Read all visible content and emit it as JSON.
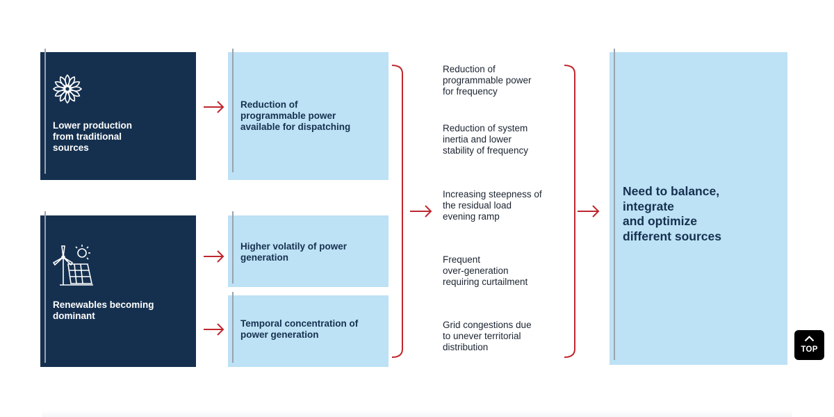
{
  "sources": [
    {
      "label": "Lower production\nfrom traditional\nsources",
      "icon": "turbine-flower-icon"
    },
    {
      "label": "Renewables becoming\ndominant",
      "icon": "wind-solar-icon"
    }
  ],
  "effects": [
    "Reduction of\nprogrammable power\navailable for dispatching",
    "Higher volatily of power\ngeneration",
    "Temporal concentration of\npower generation"
  ],
  "consequences": [
    "Reduction of\nprogrammable power\nfor frequency",
    "Reduction of system\ninertia and lower\nstability of frequency",
    "Increasing steepness of\nthe residual load\nevening ramp",
    "Frequent\nover-generation\nrequiring curtailment",
    "Grid congestions due\nto unever territorial\ndistribution"
  ],
  "outcome": "Need to balance,\nintegrate\nand optimize\ndifferent sources",
  "top_button": {
    "label": "TOP",
    "icon": "chevron-up-icon"
  },
  "colors": {
    "dark_box": "#15304f",
    "light_box": "#bde1f5",
    "arrow_red": "#c0262d",
    "divider_gray": "#9aa3ad"
  }
}
